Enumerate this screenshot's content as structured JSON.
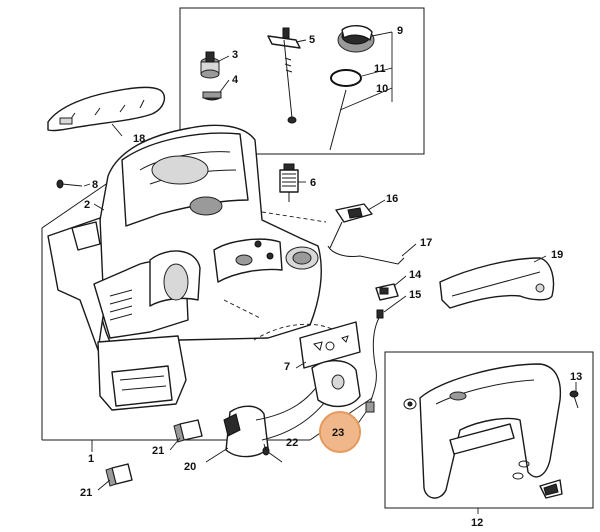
{
  "callouts": {
    "c1": "1",
    "c2": "2",
    "c3": "3",
    "c4": "4",
    "c5": "5",
    "c6": "6",
    "c7": "7",
    "c8": "8",
    "c9": "9",
    "c10": "10",
    "c11": "11",
    "c12": "12",
    "c13": "13",
    "c14": "14",
    "c15": "15",
    "c16": "16",
    "c17": "17",
    "c18": "18",
    "c19": "19",
    "c20": "20",
    "c21a": "21",
    "c21b": "21",
    "c22": "22",
    "c23": "23"
  },
  "highlight": {
    "label": "23",
    "color": "#f0b78a",
    "stroke": "#e59a5c"
  }
}
